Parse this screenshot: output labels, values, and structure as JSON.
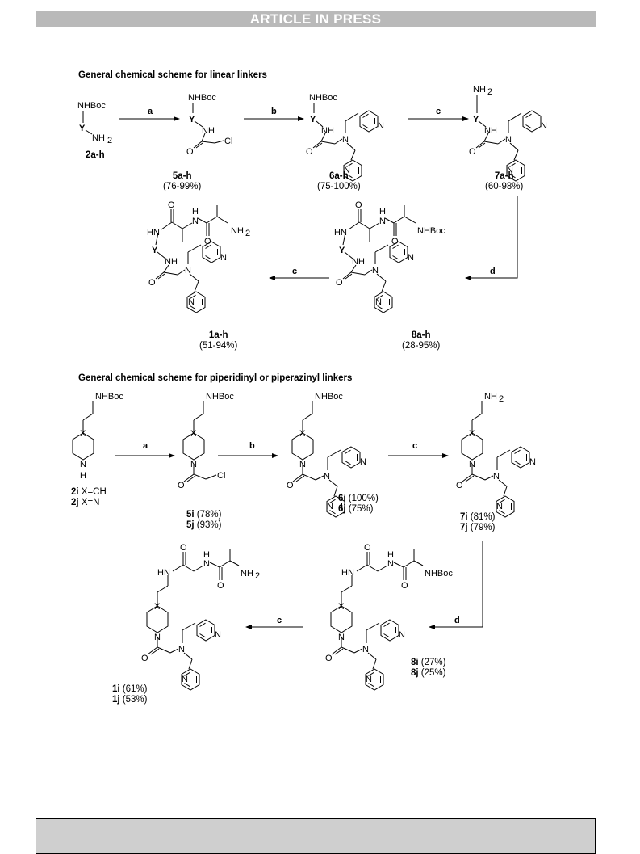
{
  "banner": "ARTICLE IN PRESS",
  "linear": {
    "heading": "General chemical scheme for linear linkers",
    "steps": {
      "a": "a",
      "b": "b",
      "c": "c",
      "d": "d",
      "c2": "c"
    },
    "c2a": {
      "id": "2a-h"
    },
    "c5a": {
      "id": "5a-h",
      "yield": "(76-99%)"
    },
    "c6a": {
      "id": "6a-h",
      "yield": "(75-100%)"
    },
    "c7a": {
      "id": "7a-h",
      "yield": "(60-98%)"
    },
    "c8a": {
      "id": "8a-h",
      "yield": "(28-95%)"
    },
    "c1a": {
      "id": "1a-h",
      "yield": "(51-94%)"
    }
  },
  "pip": {
    "heading": "General chemical scheme for piperidinyl or piperazinyl linkers",
    "steps": {
      "a": "a",
      "b": "b",
      "c": "c",
      "d": "d",
      "c2": "c"
    },
    "c2i": {
      "id": "2i",
      "rest": "X=CH"
    },
    "c2j": {
      "id": "2j",
      "rest": "X=N"
    },
    "c5i": {
      "id": "5i",
      "yield": "(78%)"
    },
    "c5j": {
      "id": "5j",
      "yield": "(93%)"
    },
    "c6i": {
      "id": "6i",
      "yield": "(100%)"
    },
    "c6j": {
      "id": "6j",
      "yield": "(75%)"
    },
    "c7i": {
      "id": "7i",
      "yield": "(81%)"
    },
    "c7j": {
      "id": "7j",
      "yield": "(79%)"
    },
    "c8i": {
      "id": "8i",
      "yield": "(27%)"
    },
    "c8j": {
      "id": "8j",
      "yield": "(25%)"
    },
    "c1i": {
      "id": "1i",
      "yield": "(61%)"
    },
    "c1j": {
      "id": "1j",
      "yield": "(53%)"
    }
  },
  "atoms": {
    "nhboc": "NHBoc",
    "nh": "NH",
    "hn": "HN",
    "n": "N",
    "cl": "Cl",
    "y": "Y",
    "x": "X",
    "o": "O",
    "h": "H",
    "nh2": "NH2",
    "nh2_main": "NH",
    "sub2": "2"
  }
}
